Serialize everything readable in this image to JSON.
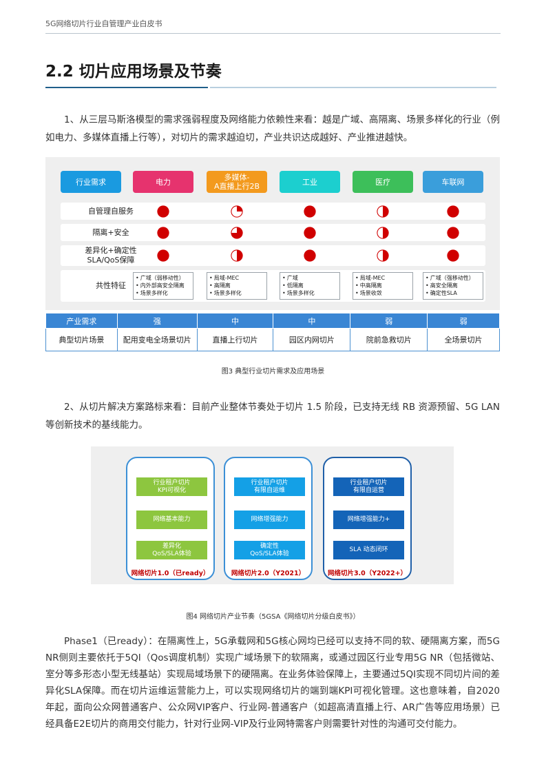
{
  "header": {
    "running_title": "5G网络切片行业自管理产业白皮书"
  },
  "section": {
    "title": "2.2 切片应用场景及节奏"
  },
  "paragraphs": {
    "p1": "1、从三层马斯洛模型的需求强弱程度及网络能力依赖性来看：越是广域、高隔离、场景多样化的行业（例如电力、多媒体直播上行等），对切片的需求越迫切，产业共识达成越好、产业推进越快。",
    "p2": "2、从切片解决方案路标来看：目前产业整体节奏处于切片 1.5 阶段，已支持无线 RB 资源预留、5G LAN 等创新技术的基线能力。",
    "p3": "Phase1（已ready）：在隔离性上，5G承载网和5G核心网均已经可以支持不同的软、硬隔离方案，而5G NR侧则主要依托于5QI（Qos调度机制）实现广域场景下的软隔离，或通过园区行业专用5G NR（包括微站、室分等多形态小型无线基站）实现局域场景下的硬隔离。在业务体验保障上，主要通过5QI实现不同切片间的差异化SLA保障。而在切片运维运营能力上，可以实现网络切片的端到端KPI可视化管理。这也意味着，自2020年起，面向公众网普通客户、公众网VIP客户、行业网-普通客户（如超高清直播上行、AR广告等应用场景）已经具备E2E切片的商用交付能力，针对行业网-VIP及行业网特需客户则需要针对性的沟通可交付能力。"
  },
  "fig3": {
    "header_label": "行业需求",
    "industries": [
      {
        "label": "电力",
        "color": "#e6336e"
      },
      {
        "label": "多媒体-\nA直播上行2B",
        "color": "#f39a1e"
      },
      {
        "label": "工业",
        "color": "#1ccfcf"
      },
      {
        "label": "医疗",
        "color": "#3dbf5a"
      },
      {
        "label": "车联网",
        "color": "#3a9edb"
      }
    ],
    "header_label_color": "#1a9ae0",
    "rows": [
      {
        "label": "自管理自服务",
        "levels": [
          1,
          0.25,
          1,
          0.5,
          1
        ]
      },
      {
        "label": "隔离+安全",
        "levels": [
          1,
          0.75,
          1,
          0.5,
          1
        ]
      },
      {
        "label": "差异化+确定性\nSLA/QoS保障",
        "levels": [
          1,
          0.5,
          1,
          0.5,
          1
        ]
      }
    ],
    "feature_label": "共性特征",
    "features": [
      [
        "广域（弱移动性）",
        "内外部高安全隔离",
        "场景多样化"
      ],
      [
        "局域-MEC",
        "高隔离",
        "场景多样化"
      ],
      [
        "广域",
        "低隔离",
        "场景多样化"
      ],
      [
        "局域-MEC",
        "中高隔离",
        "场景收敛"
      ],
      [
        "广域（强移动性）",
        "高安全隔离",
        "确定性SLA"
      ]
    ],
    "dot_color": "#d00000"
  },
  "table": {
    "head": [
      "产业需求",
      "强",
      "中",
      "中",
      "弱",
      "弱"
    ],
    "body": [
      "典型切片场景",
      "配用变电全场景切片",
      "直播上行切片",
      "园区内网切片",
      "院前急救切片",
      "全场景切片"
    ]
  },
  "captions": {
    "fig3": "图3 典型行业切片需求及应用场景",
    "fig4": "图4 网络切片产业节奏（5GSA《网络切片分级白皮书》）"
  },
  "fig4": {
    "stages": [
      {
        "label": "网络切片1.0（已ready）",
        "border": "#3b8fd6",
        "color": "#8dc63f",
        "items": [
          "行业租户切片\nKPI可视化",
          "网络基本能力",
          "差异化\nQoS/SLA体验"
        ]
      },
      {
        "label": "网络切片2.0（Y2021）",
        "border": "#3b8fd6",
        "color": "#14a0e6",
        "items": [
          "行业租户切片\n有限自运维",
          "网络增强能力",
          "确定性\nQoS/SLA体验"
        ]
      },
      {
        "label": "网络切片3.0（Y2022+）",
        "border": "#1f5fa8",
        "color": "#1464b8",
        "items": [
          "行业租户切片\n有限自运营",
          "网络增强能力+",
          "SLA 动态闭环"
        ]
      }
    ]
  }
}
